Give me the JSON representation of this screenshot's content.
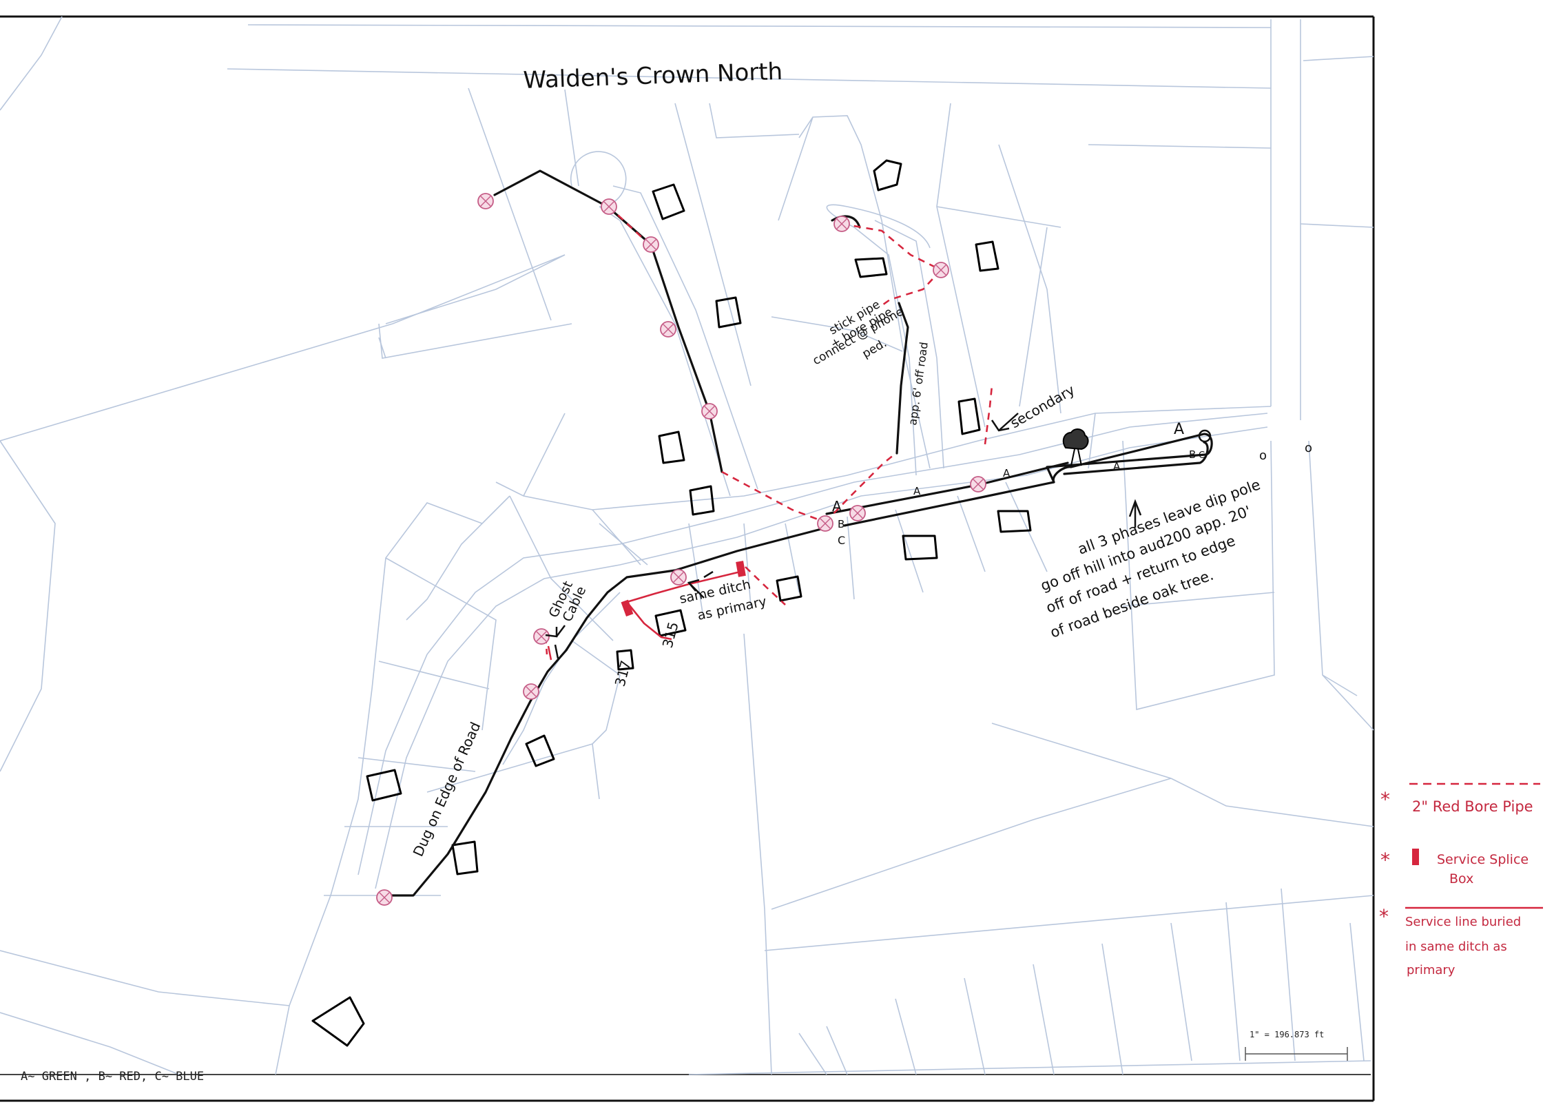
{
  "title": "Walden's Crown North",
  "phase_letters": {
    "a": "A",
    "b": "B",
    "c": "C"
  },
  "lot_numbers": {
    "lot317": "317",
    "lot315": "315"
  },
  "labels": {
    "ghost_cable_1": "Ghost",
    "ghost_cable_2": "Cable",
    "same_ditch_1": "same ditch",
    "same_ditch_2": "as primary",
    "dug_on_edge": "Dug on Edge of Road",
    "stick_pipe_1": "stick pipe",
    "stick_pipe_2": "+ bore pipe",
    "stick_pipe_3": "connect @ phone",
    "stick_pipe_4": "ped.",
    "off_road": "app. 6' off road",
    "secondary": "secondary",
    "o_mark": "o"
  },
  "note": {
    "line1": "all 3 phases leave dip pole",
    "line2": "go off hill into aud200 app. 20'",
    "line3": "off of road + return to edge",
    "line4": "of road beside oak tree."
  },
  "legend": {
    "star": "*",
    "bore_pipe": "2\" Red Bore Pipe",
    "splice_box_1": "Service Splice",
    "splice_box_2": "Box",
    "service_line_1": "Service line buried",
    "service_line_2": "in same ditch as",
    "service_line_3": "primary"
  },
  "scale_text": "1\" = 196.873 ft",
  "phase_key": "A~ GREEN , B~ RED, C~ BLUE",
  "colors": {
    "ink": "#111111",
    "red_ink": "#d6263e",
    "parcel_line": "#b8c6dc",
    "pole_marker": "#c55c86"
  }
}
